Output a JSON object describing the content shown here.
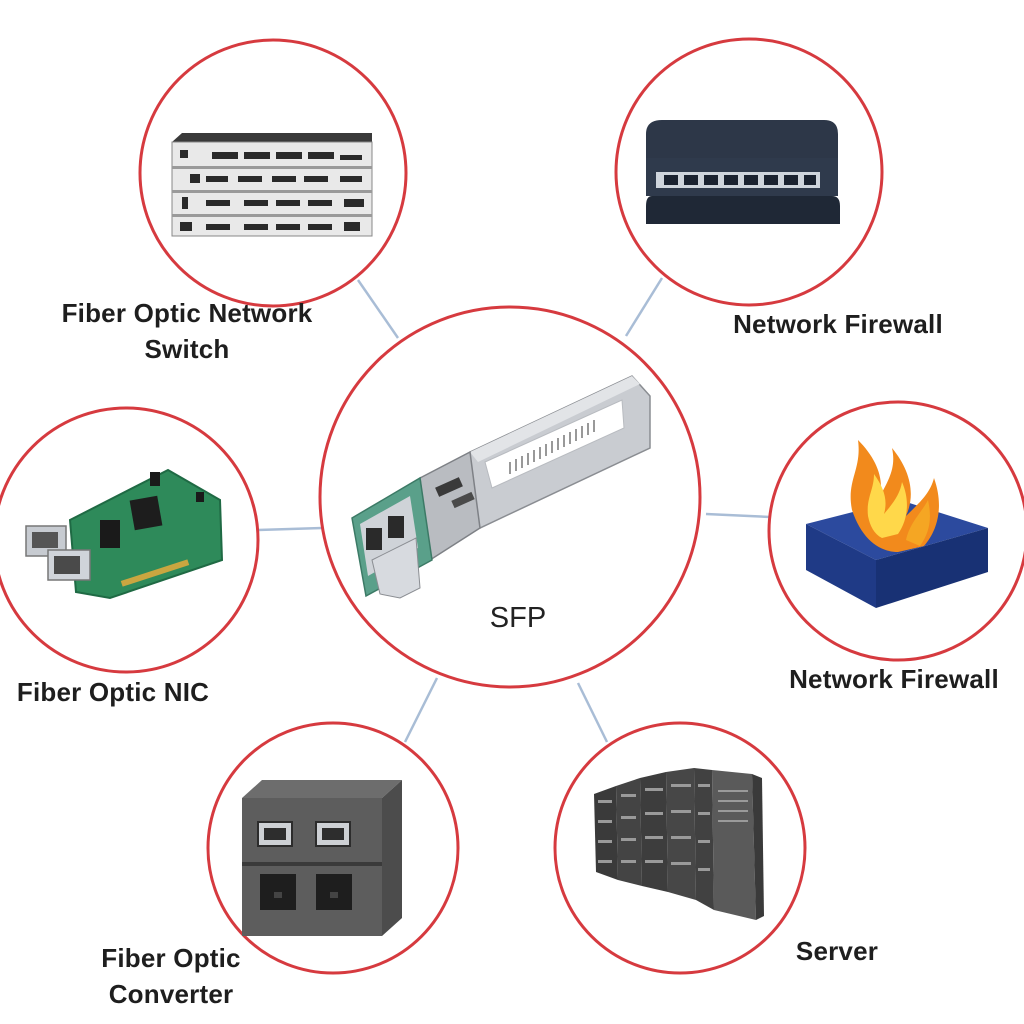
{
  "center": {
    "label": "SFP",
    "icon": "sfp-transceiver-icon"
  },
  "nodes": [
    {
      "id": "switch",
      "label_lines": [
        "Fiber Optic Network",
        "Switch"
      ],
      "icon": "network-switch-icon"
    },
    {
      "id": "firewall-appliance",
      "label_lines": [
        "Network Firewall"
      ],
      "icon": "firewall-appliance-icon"
    },
    {
      "id": "nic",
      "label_lines": [
        "Fiber Optic NIC"
      ],
      "icon": "network-card-icon"
    },
    {
      "id": "firewall-flame",
      "label_lines": [
        "Network Firewall"
      ],
      "icon": "firewall-flame-icon"
    },
    {
      "id": "converter",
      "label_lines": [
        "Fiber Optic",
        "Converter"
      ],
      "icon": "media-converter-icon"
    },
    {
      "id": "server",
      "label_lines": [
        "Server"
      ],
      "icon": "server-rack-icon"
    }
  ],
  "colors": {
    "circle_stroke": "#d63a3f",
    "connector": "#a9bdd6",
    "label_text": "#1e1e1e"
  }
}
